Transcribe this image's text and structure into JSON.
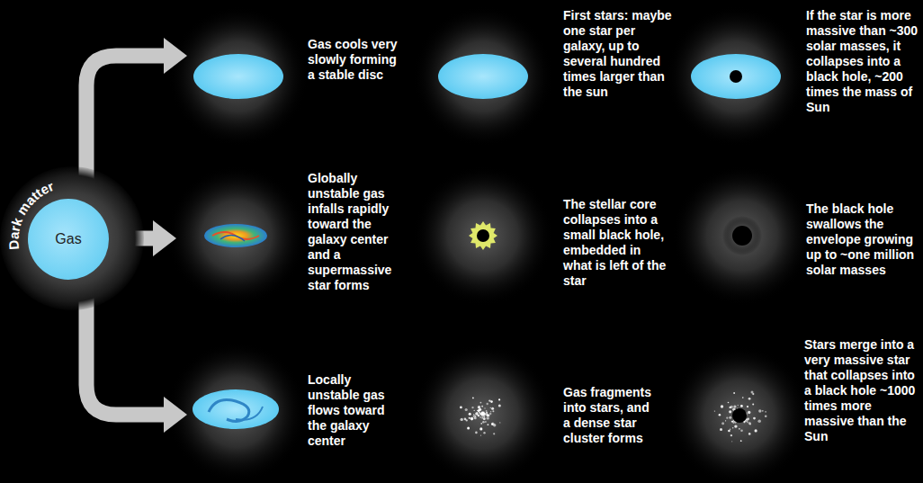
{
  "diagram": {
    "nodes": [
      {
        "text": [
          "Dark matter"
        ]
      },
      {
        "text": [
          "Gas"
        ],
        "in": 0
      }
    ],
    "labels": [
      "Gas cools very slowly forming a stable disc",
      "First stars: maybe one star per galaxy, up to several hundred times larger than the sun",
      "If the star is more massive than ~300 solar masses, it collapses into a black hole, ~200 times the mass of Sun",
      "Globally unstable gas infalls rapidly toward the galaxy center and a supermassive star forms",
      "The stellar core collapses into a small black hole, embedded in what is left of the star",
      "The black hole swallows the envelope growing up to ~one million solar masses",
      "Locally unstable gas flows toward the galaxy center",
      "Gas fragments into stars, and a dense star cluster forms",
      "Stars merge into a very massive star that collapses into a black hole ~1000 times more massive than the Sun"
    ]
  }
}
